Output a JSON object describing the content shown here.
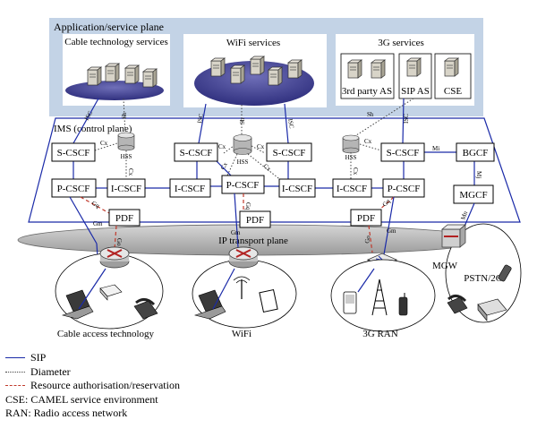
{
  "planes": {
    "application": "Application/service plane",
    "ims": "IMS (control plane)",
    "transport": "IP transport plane"
  },
  "services": {
    "cable": "Cable technology services",
    "wifi": "WiFi services",
    "g3": "3G services",
    "third_party": "3rd party AS",
    "sip_as": "SIP AS",
    "cse": "CSE"
  },
  "nodes": {
    "scscf": "S-CSCF",
    "pcscf": "P-CSCF",
    "icscf": "I-CSCF",
    "pdf": "PDF",
    "hss": "HSS",
    "bgcf": "BGCF",
    "mgcf": "MGCF",
    "mgw": "MGW",
    "pstn": "PSTN/2G"
  },
  "interfaces": {
    "isc": "ISC",
    "sh": "Sh",
    "cx": "Cx",
    "gq": "Gq",
    "gm": "Gm",
    "go": "Go",
    "mi": "Mi",
    "mj": "Mj",
    "mn": "Mn"
  },
  "access": {
    "cable": "Cable access technology",
    "wifi": "WiFi",
    "ran": "3G RAN"
  },
  "legend": {
    "sip": "SIP",
    "diameter": "Diameter",
    "resource": "Resource authorisation/reservation",
    "cse_def": "CSE: CAMEL service environment",
    "ran_def": "RAN: Radio access network"
  }
}
